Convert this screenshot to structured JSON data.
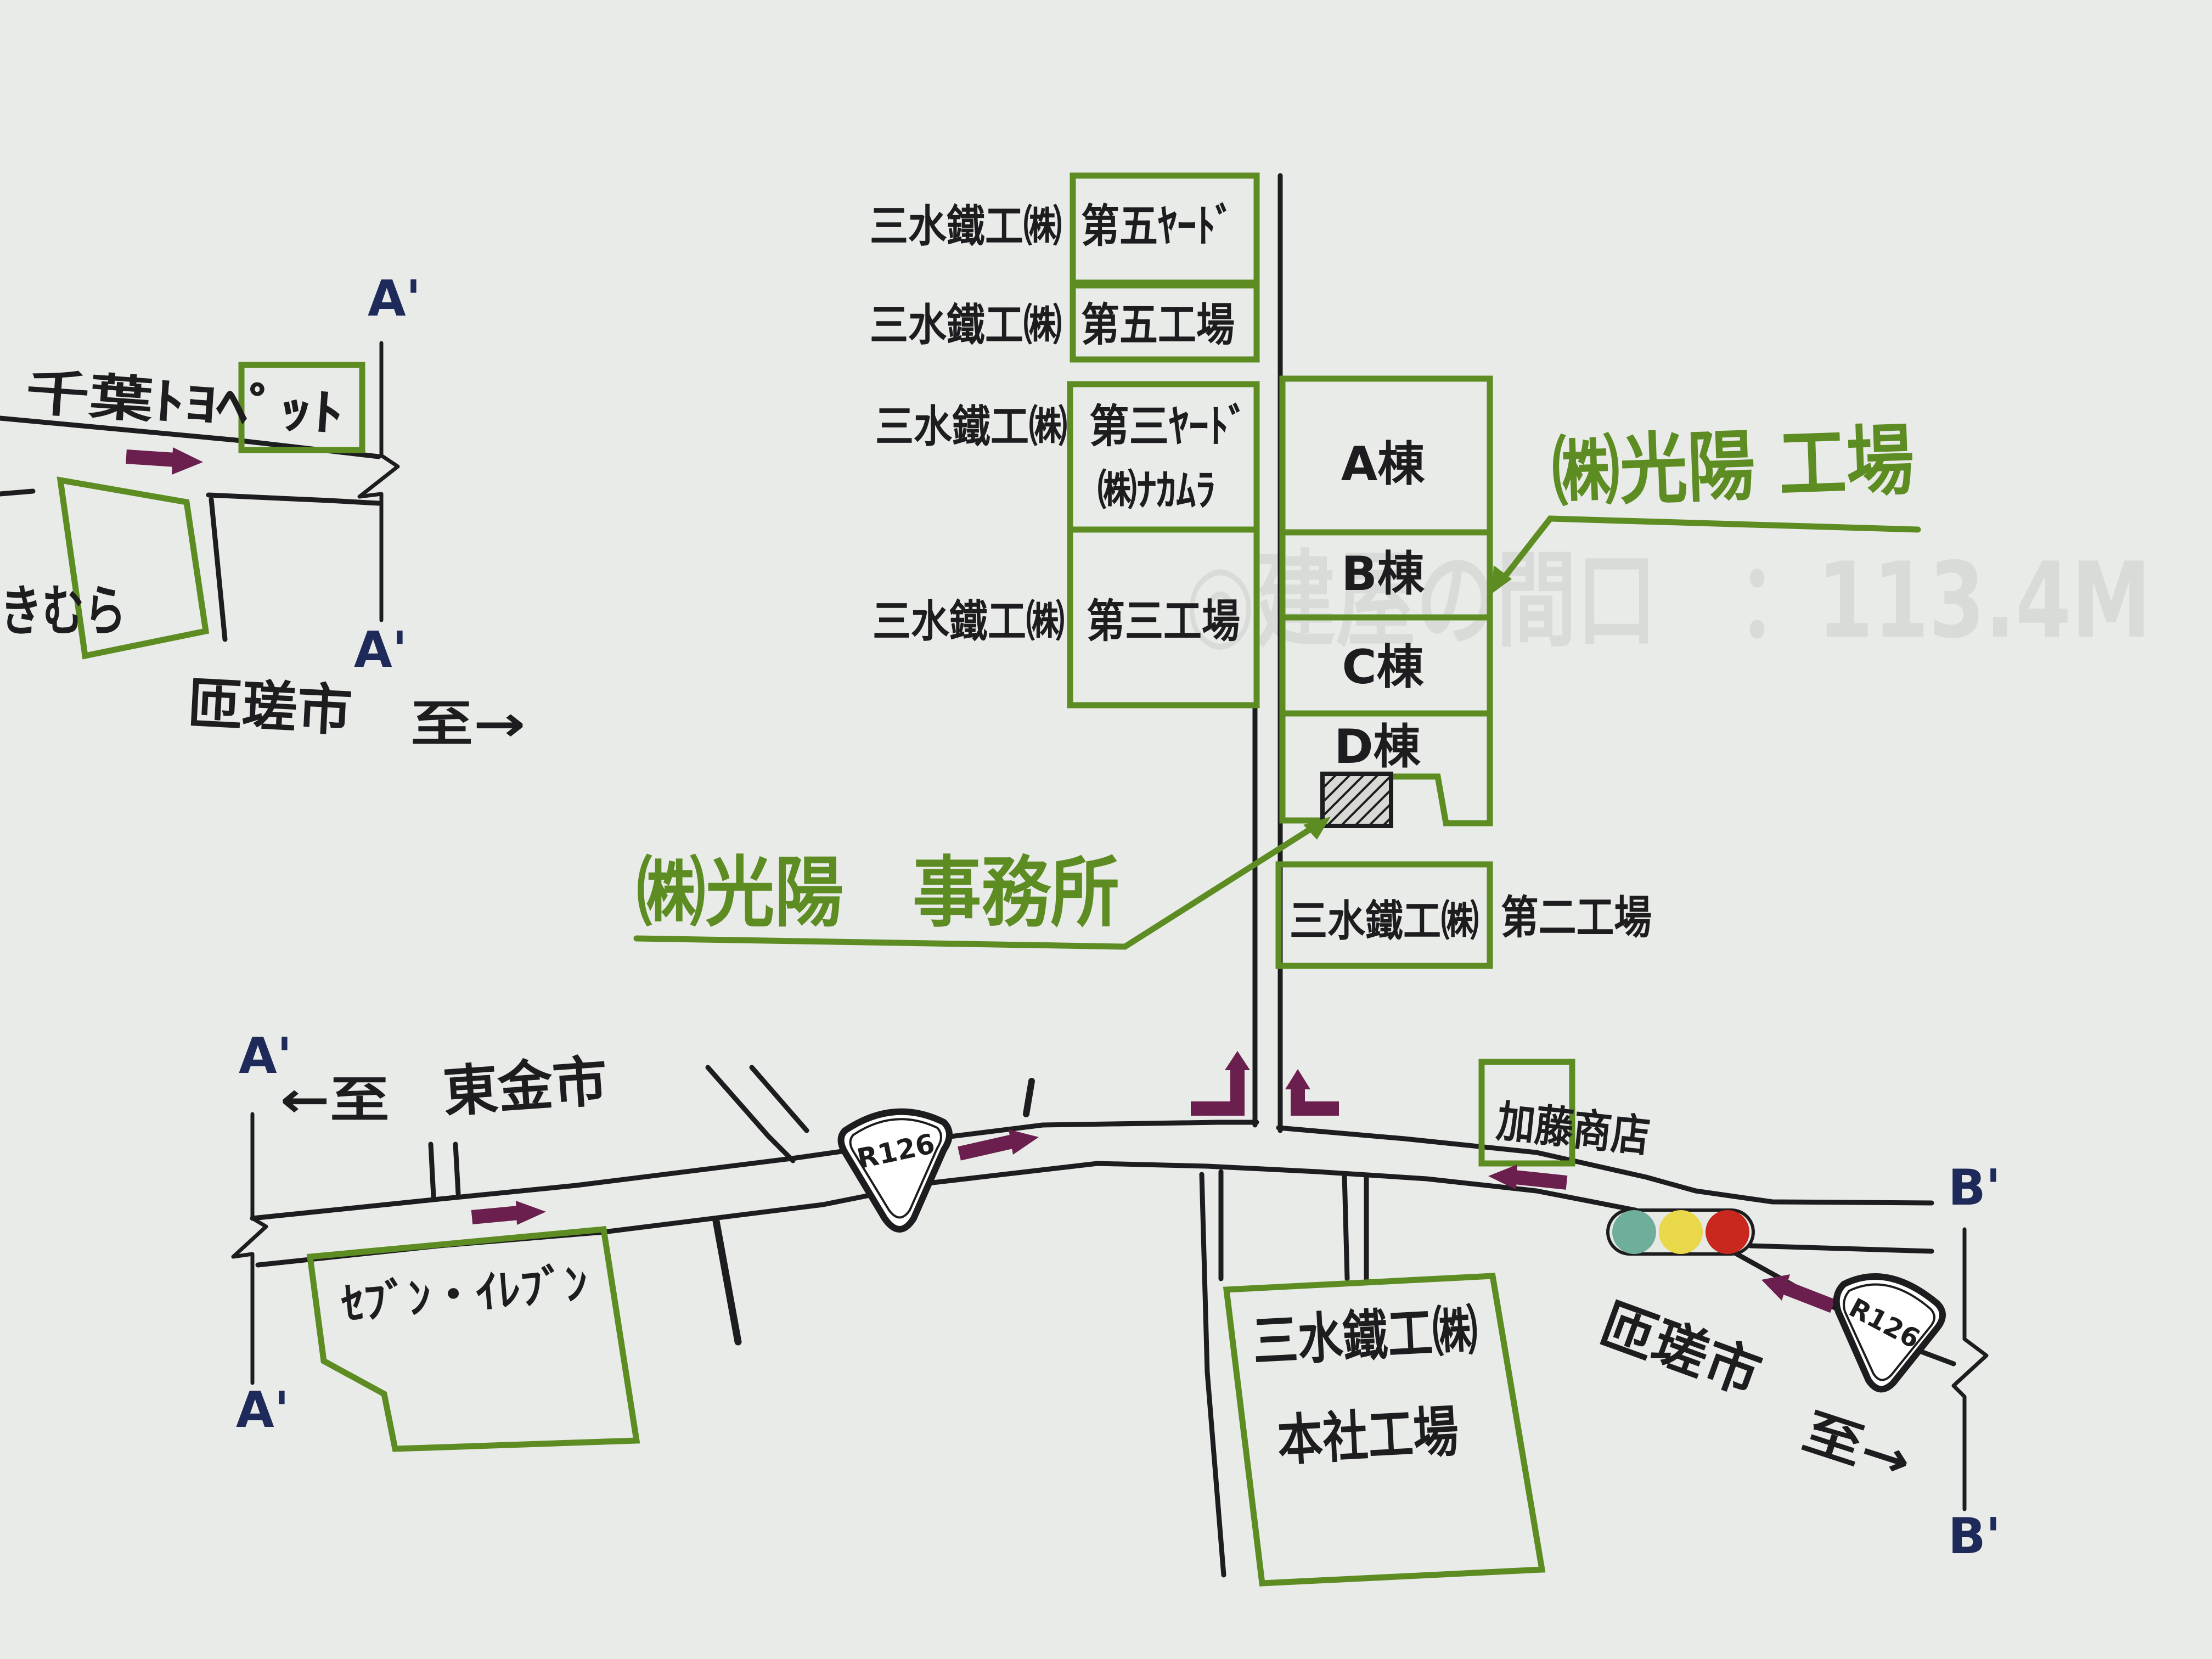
{
  "labels": {
    "chiba_toyopet": "千葉ﾄﾖﾍﾟｯﾄ",
    "kimura": "きむら",
    "sosa_city_top": "匝瑳市",
    "itaru_right_top": "至→",
    "a_prime_1": "A'",
    "a_prime_2": "A'",
    "a_prime_3": "A'",
    "a_prime_4": "A'",
    "b_prime_1": "B'",
    "b_prime_2": "B'",
    "itaru_left": "←至",
    "togane_city": "東金市",
    "seven_eleven": "ｾﾌﾞﾝ・ｲﾚﾌﾞﾝ",
    "sansui_5yard_company": "三水鐵工㈱",
    "sansui_5yard_name": "第五ﾔｰﾄﾞ",
    "sansui_5factory_company": "三水鐵工㈱",
    "sansui_5factory_name": "第五工場",
    "sansui_3yard_company": "三水鐵工㈱",
    "sansui_3yard_name": "第三ﾔｰﾄﾞ",
    "nakamura": "㈱ﾅｶﾑﾗ",
    "sansui_3factory_company": "三水鐵工㈱",
    "sansui_3factory_name": "第三工場",
    "building_a": "A棟",
    "building_b": "B棟",
    "building_c": "C棟",
    "building_d": "D棟",
    "koyo_factory": "㈱光陽 工場",
    "koyo_office": "㈱光陽　事務所",
    "sansui_2factory_company": "三水鐵工㈱",
    "sansui_2factory_name": "第二工場",
    "kato_shoten": "加藤商店",
    "route_1": "R126",
    "route_2": "R126",
    "hq_line1": "三水鐵工㈱",
    "hq_line2": "本社工場",
    "sosa_city_bottom": "匝瑳市",
    "itaru_right_bottom": "至→",
    "watermark": "◎建屋の間口　：113.4M"
  },
  "colors": {
    "building_outline": "#5d8c23",
    "callout_text": "#5d8c23",
    "road_line": "#1d1d1f",
    "arrow": "#6b1f4e",
    "section_marker": "#1e2a5a",
    "route_badge": "#9a1e3c",
    "signal_green": "#6fae9a",
    "signal_yellow": "#e8d84a",
    "signal_red": "#c8281e"
  }
}
